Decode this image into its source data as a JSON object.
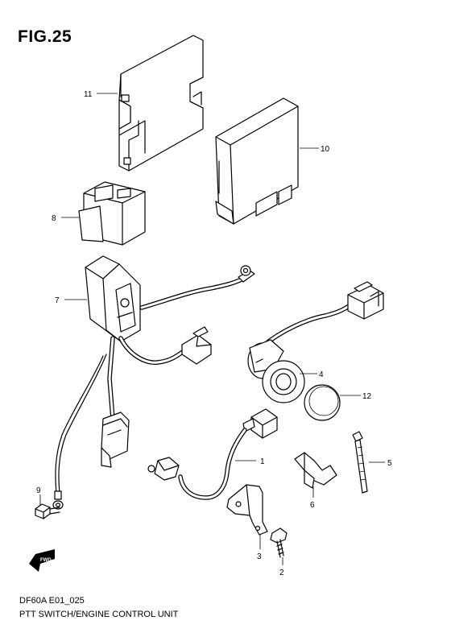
{
  "figure": {
    "title": "FIG.25",
    "code": "DF60A E01_025",
    "caption": "PTT SWITCH/ENGINE CONTROL UNIT"
  },
  "callouts": [
    "1",
    "2",
    "3",
    "4",
    "5",
    "6",
    "7",
    "8",
    "9",
    "10",
    "11",
    "12"
  ],
  "fwd_label": "FWD"
}
